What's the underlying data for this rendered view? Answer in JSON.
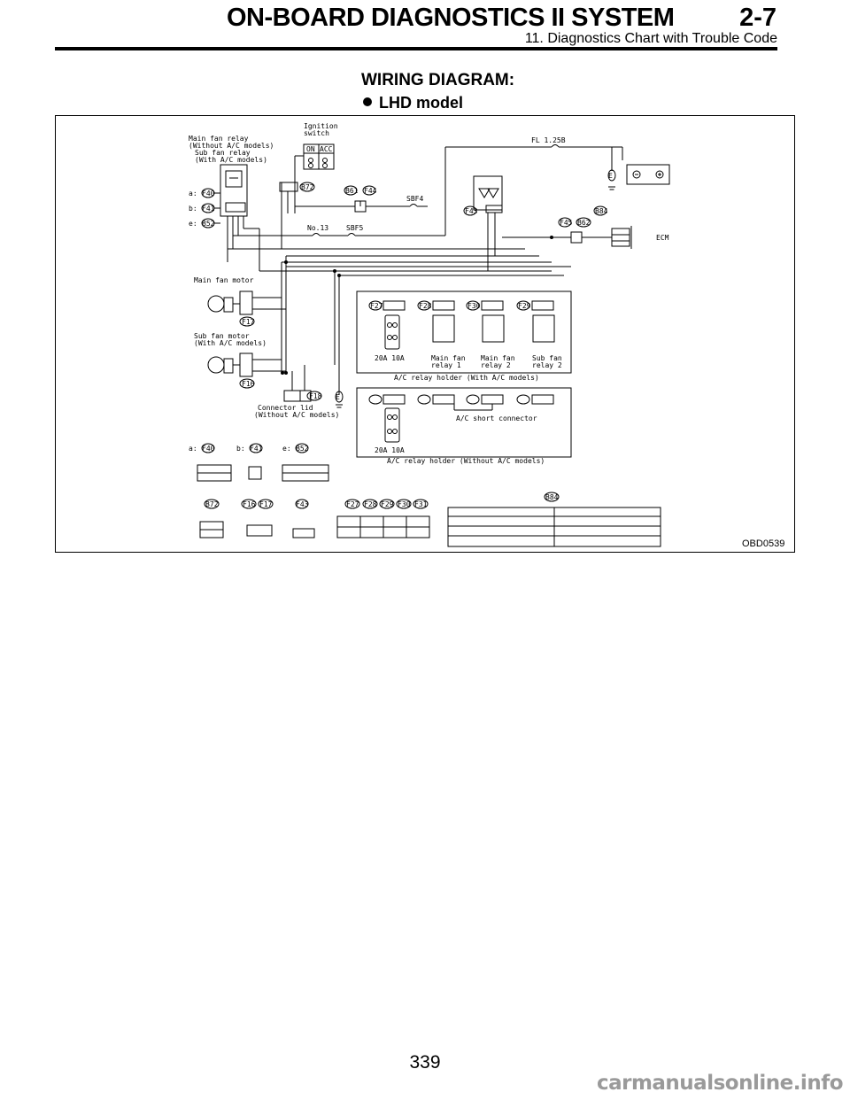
{
  "header": {
    "title": "ON-BOARD DIAGNOSTICS II SYSTEM",
    "section": "2-7",
    "subtitle": "11. Diagnostics Chart with Trouble Code"
  },
  "heading": "WIRING DIAGRAM:",
  "subheading": "LHD model",
  "diagram": {
    "code": "OBD0539",
    "labels": {
      "main_fan_relay": "Main fan relay",
      "without_ac_models": "(Without A/C models)",
      "sub_fan_relay": "Sub fan relay",
      "with_ac_models": "(With A/C models)",
      "ignition_switch": "Ignition",
      "switch": "switch",
      "on": "ON",
      "acc": "ACC",
      "fl": "FL 1.25B",
      "sbf4": "SBF4",
      "sbf5": "SBF5",
      "no13": "No.13",
      "ecm": "ECM",
      "main_fan_motor": "Main fan motor",
      "sub_fan_motor": "Sub fan motor",
      "sub_fan_motor_note": "(With A/C models)",
      "connector_lid": "Connector lid",
      "connector_lid_note": "(Without A/C models)",
      "fuse_20a_10a": "20A 10A",
      "fuse_20a_10a_2": "20A 10A",
      "main_fan_relay1_a": "Main fan",
      "main_fan_relay1_b": "relay 1",
      "main_fan_relay2_a": "Main fan",
      "main_fan_relay2_b": "relay 2",
      "sub_fan_relay2_a": "Sub fan",
      "sub_fan_relay2_b": "relay 2",
      "ac_relay_holder_with": "A/C relay holder (With A/C models)",
      "ac_short_connector": "A/C short connector",
      "ac_relay_holder_without": "A/C relay holder (Without A/C models)",
      "a_prefix": "a:",
      "b_prefix": "b:",
      "e_prefix": "e:",
      "f40": "F40",
      "f41": "F41",
      "b52": "B52",
      "b72": "B72",
      "b61": "B61",
      "f44": "F44",
      "f43": "F43",
      "f45": "F45",
      "b62": "B62",
      "b84": "B84",
      "f17": "F17",
      "f16": "F16",
      "f18": "F18",
      "f27": "F27",
      "f28": "F28",
      "f30": "F30",
      "f29": "F29",
      "f31": "F31",
      "e": "E"
    }
  },
  "page_number": "339",
  "watermark": "carmanualsonline.info"
}
